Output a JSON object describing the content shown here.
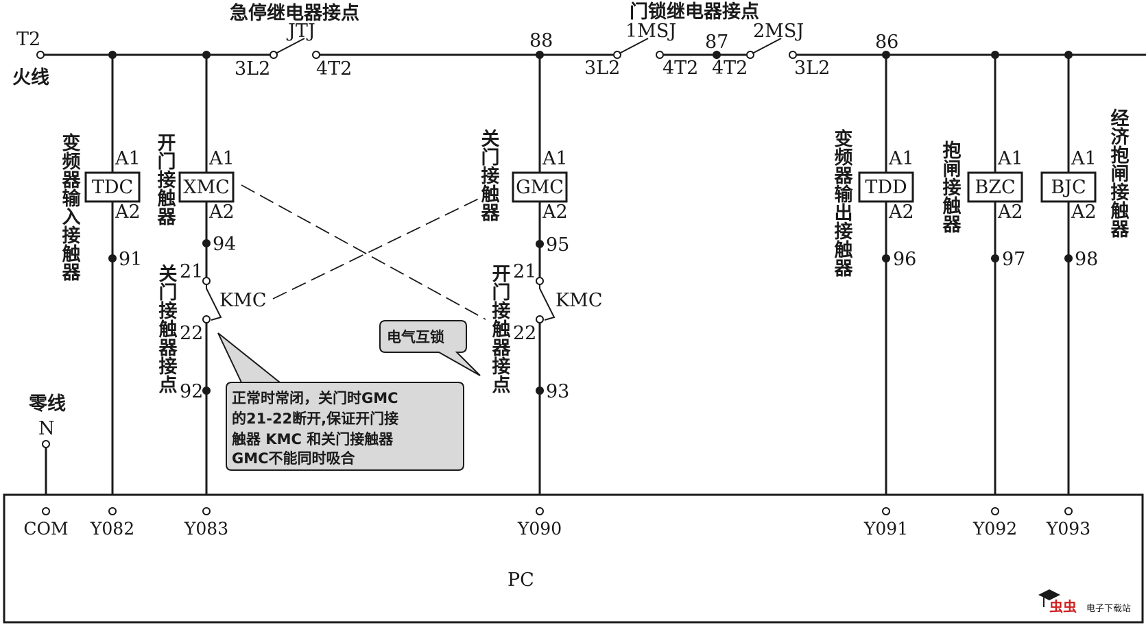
{
  "title_estop": "急停继电器接点",
  "title_doorlock": "门锁继电器接点",
  "live_line": {
    "terminal": "T2",
    "name": "火线"
  },
  "neutral_line": {
    "name": "零线",
    "terminal": "N"
  },
  "estop_relay": {
    "name": "JTJ",
    "pin_in": "3L2",
    "pin_out": "4T2"
  },
  "doorlock_relay_1": {
    "name": "1MSJ",
    "pin_in": "3L2",
    "pin_out": "4T2"
  },
  "doorlock_relay_2": {
    "name": "2MSJ",
    "pin_in": "4T2",
    "pin_out": "3L2"
  },
  "nodes": {
    "n88": "88",
    "n87": "87",
    "n86": "86"
  },
  "coil_pins": {
    "a1": "A1",
    "a2": "A2"
  },
  "coils": {
    "tdc": {
      "label": "TDC",
      "desc": "变频器输入接触器",
      "node": "91",
      "output": "Y082"
    },
    "xmc": {
      "label": "XMC",
      "desc": "开门接触器",
      "node": "94",
      "output": "Y083"
    },
    "gmc": {
      "label": "GMC",
      "desc": "关门接触器",
      "node": "95",
      "output": "Y090"
    },
    "tdd": {
      "label": "TDD",
      "desc": "变频器输出接触器",
      "node": "96",
      "output": "Y091"
    },
    "bzc": {
      "label": "BZC",
      "desc": "抱闸接触器",
      "node": "97",
      "output": "Y092"
    },
    "bjc": {
      "label": "BJC",
      "desc": "经济抱闸接触器",
      "node": "98",
      "output": "Y093"
    }
  },
  "interlock_left": {
    "desc": "关门接触器接点",
    "pin_top": "21",
    "pin_bottom": "22",
    "name": "KMC",
    "node_below": "92"
  },
  "interlock_right": {
    "desc": "开门接触器接点",
    "pin_top": "21",
    "pin_bottom": "22",
    "name": "KMC",
    "node_below": "93"
  },
  "callout_interlock": "电气互锁",
  "callout_note": {
    "line1": "正常时常闭，关门时GMC",
    "line2": "的21-22断开,保证开门接",
    "line3": "触器 KMC 和关门接触器",
    "line4": "GMC不能同时吸合"
  },
  "plc": {
    "label": "PC",
    "com": "COM"
  },
  "watermark": {
    "brand": "虫虫",
    "site": "电子下载站"
  }
}
